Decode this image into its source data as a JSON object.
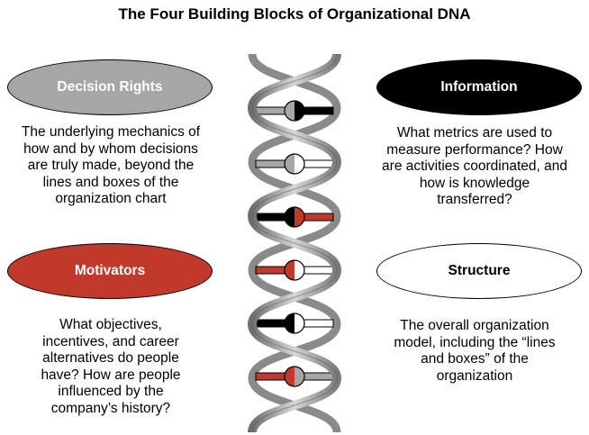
{
  "title": "The Four Building Blocks of Organizational DNA",
  "blocks": {
    "decision_rights": {
      "label": "Decision Rights",
      "color": "#a6a6a6",
      "text_color": "#ffffff",
      "description": [
        "The underlying mechanics of",
        "how and by whom decisions",
        "are truly made, beyond the",
        "lines and boxes of the",
        "organization chart"
      ]
    },
    "information": {
      "label": "Information",
      "color": "#000000",
      "text_color": "#ffffff",
      "description": [
        "What metrics are used to",
        "measure performance? How",
        "are activities coordinated, and",
        "how is knowledge",
        "transferred?"
      ]
    },
    "motivators": {
      "label": "Motivators",
      "color": "#c0392b",
      "text_color": "#ffffff",
      "description": [
        "What objectives,",
        "incentives, and career",
        "alternatives do people",
        "have? How are people",
        "influenced by the",
        "company’s history?"
      ]
    },
    "structure": {
      "label": "Structure",
      "color": "#ffffff",
      "text_color": "#000000",
      "description": [
        "The overall organization",
        "model, including the “lines",
        "and boxes” of the",
        "organization"
      ]
    }
  },
  "helix": {
    "rungs": [
      {
        "left": "#a6a6a6",
        "right": "#000000",
        "knob": "gray-black"
      },
      {
        "left": "#a6a6a6",
        "right": "#ffffff",
        "knob": "white"
      },
      {
        "left": "#000000",
        "right": "#c0392b",
        "knob": "black-red"
      },
      {
        "left": "#c0392b",
        "right": "#ffffff",
        "knob": "white"
      },
      {
        "left": "#000000",
        "right": "#ffffff",
        "knob": "black-white"
      },
      {
        "left": "#c0392b",
        "right": "#a6a6a6",
        "knob": "gray"
      }
    ]
  }
}
